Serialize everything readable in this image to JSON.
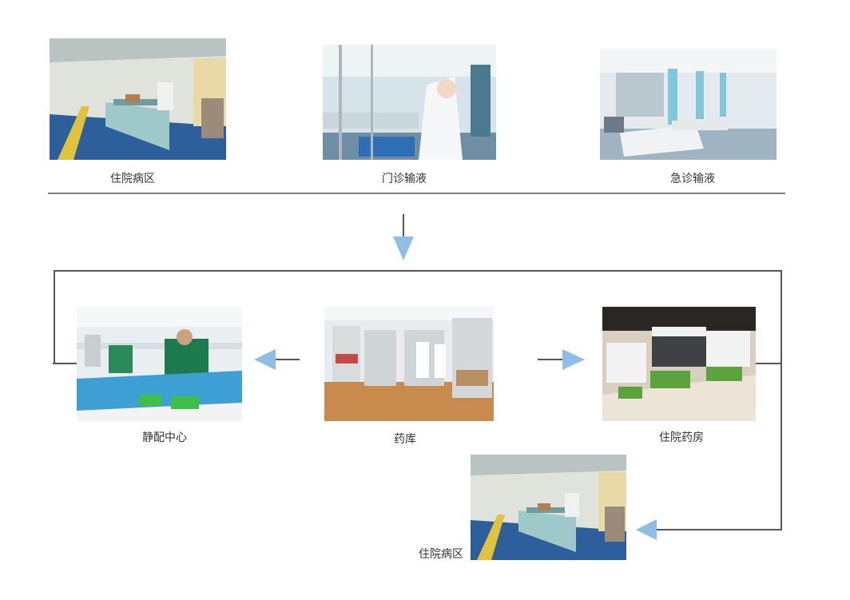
{
  "colors": {
    "line": "#555555",
    "arrow": "#8fbde6",
    "label": "#333333"
  },
  "top_row": [
    {
      "label": "住院病区",
      "photo": "hospital-ward-corridor-photo"
    },
    {
      "label": "门诊输液",
      "photo": "outpatient-infusion-photo"
    },
    {
      "label": "急诊输液",
      "photo": "emergency-infusion-photo"
    }
  ],
  "middle_row": [
    {
      "label": "静配中心",
      "photo": "iv-admixture-center-photo"
    },
    {
      "label": "药库",
      "photo": "pharmacy-warehouse-photo"
    },
    {
      "label": "住院药房",
      "photo": "inpatient-pharmacy-photo"
    }
  ],
  "bottom": {
    "label": "住院病区",
    "photo": "hospital-ward-corridor-photo"
  }
}
